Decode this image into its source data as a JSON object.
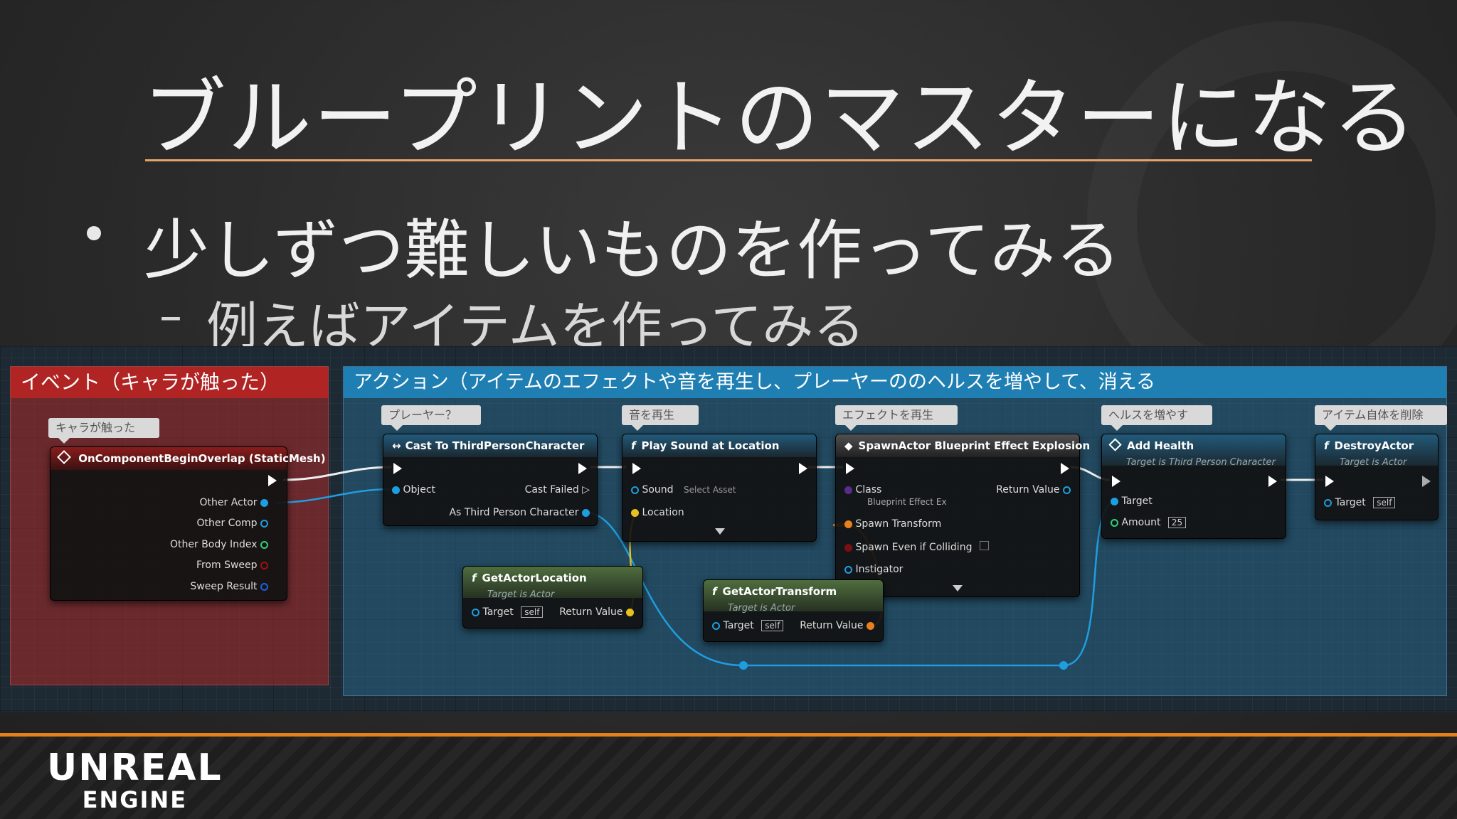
{
  "slide": {
    "title": "ブループリントのマスターになる",
    "bullet1": "少しずつ難しいものを作ってみる",
    "bullet2_dash": "–",
    "bullet2": "例えばアイテムを作ってみる"
  },
  "graph": {
    "comments": {
      "event": "イベント（キャラが触った）",
      "action": "アクション（アイテムのエフェクトや音を再生し、プレーヤーののヘルスを増やして、消える"
    },
    "bubbles": [
      "キャラが触った",
      "プレーヤー？",
      "音を再生",
      "エフェクトを再生",
      "ヘルスを増やす",
      "アイテム自体を削除"
    ],
    "event_node": {
      "title": "OnComponentBeginOverlap (StaticMesh)",
      "pins": [
        "Other Actor",
        "Other Comp",
        "Other Body Index",
        "From Sweep",
        "Sweep Result"
      ]
    },
    "cast_node": {
      "title": "Cast To ThirdPersonCharacter",
      "object": "Object",
      "cast_failed": "Cast Failed",
      "as_char": "As Third Person Character"
    },
    "sound_node": {
      "title": "Play Sound at Location",
      "sound": "Sound",
      "select": "Select Asset",
      "location": "Location"
    },
    "spawn_node": {
      "title": "SpawnActor Blueprint Effect Explosion",
      "class": "Class",
      "class_val": "Blueprint Effect Ex",
      "return": "Return Value",
      "transform": "Spawn Transform",
      "colliding": "Spawn Even if Colliding",
      "instigator": "Instigator"
    },
    "health_node": {
      "title": "Add Health",
      "sub": "Target is Third Person Character",
      "target": "Target",
      "amount": "Amount",
      "amount_val": "25"
    },
    "destroy_node": {
      "title": "DestroyActor",
      "sub": "Target is Actor",
      "target": "Target",
      "self": "self"
    },
    "getloc_node": {
      "title": "GetActorLocation",
      "sub": "Target is Actor",
      "target": "Target",
      "self": "self",
      "return": "Return Value"
    },
    "gettrans_node": {
      "title": "GetActorTransform",
      "sub": "Target is Actor",
      "target": "Target",
      "self": "self",
      "return": "Return Value"
    }
  },
  "footer": {
    "logo_line1": "UNREAL",
    "logo_line2": "ENGINE"
  },
  "colors": {
    "accent": "#e4801e",
    "event_header": "#b02424",
    "action_header": "#1f7fb3"
  }
}
